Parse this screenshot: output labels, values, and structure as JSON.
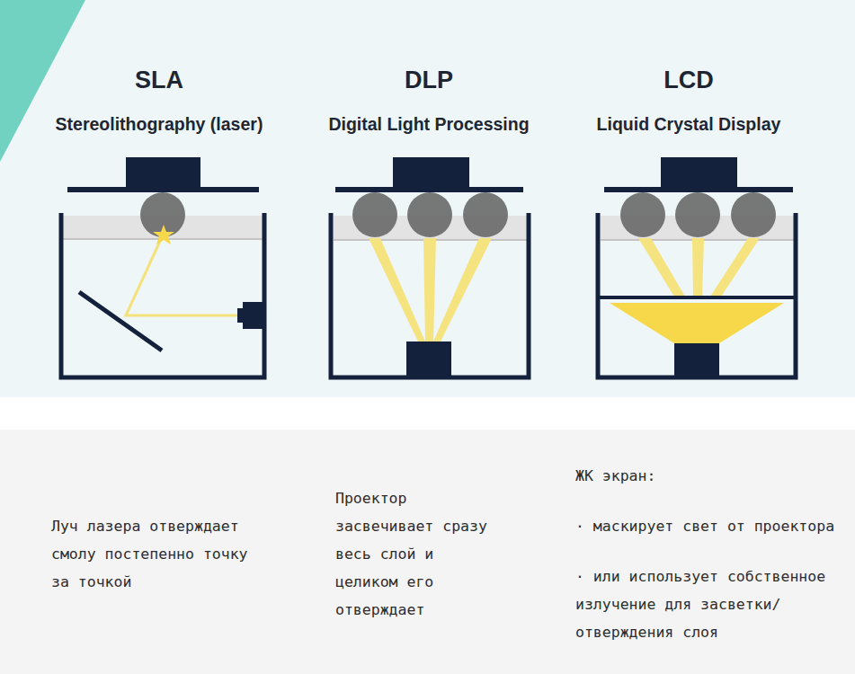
{
  "diagram": {
    "labels": [
      "SLA",
      "Stereolithography (laser)",
      "DLP",
      "Digital Light Processing",
      "LCD",
      "Liquid Crystal Display",
      "Луч лазера отверждает смолу постепенно точку за точкой",
      "Проектор засвечивает сразу весь слой и целиком его отверждает",
      "ЖК экран:",
      "· маскирует свет от проектора",
      "· или использует собственное излучение для засветки/ отверждения слоя"
    ]
  }
}
